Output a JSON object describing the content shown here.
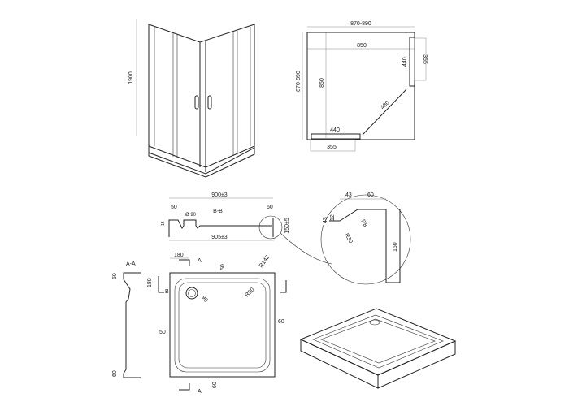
{
  "perspective_view": {
    "height_label": "1900"
  },
  "plan_view": {
    "overall_width": "870-890",
    "overall_depth": "870-890",
    "inner_width": "850",
    "inner_depth": "850",
    "door_side_right": "440",
    "door_side_bottom": "440",
    "fixed_panel_right": "355",
    "fixed_panel_bottom": "355",
    "diagonal": "480"
  },
  "section_bb": {
    "title": "B-B",
    "top_width": "900±3",
    "bottom_width": "905±3",
    "left_rim": "50",
    "right_rim": "60",
    "drain_dia": "Ø 90",
    "height": "150±5",
    "left_height": "15"
  },
  "detail": {
    "dim_43_top": "43",
    "dim_60": "60",
    "dim_12": "12",
    "dim_43_side": "43",
    "r_outer": "R8",
    "r_inner": "R30",
    "height": "150"
  },
  "tray_plan": {
    "section_aa": "A-A",
    "aa_top": "50",
    "aa_bottom": "60",
    "dim_180_top": "180",
    "dim_180_side": "180",
    "mark_a": "A",
    "mark_b": "B",
    "top_rim": "50",
    "left_rim": "50",
    "right_rim": "60",
    "bottom_rim": "60",
    "corner_r": "R142",
    "inner_r": "R50",
    "drain": "90"
  }
}
